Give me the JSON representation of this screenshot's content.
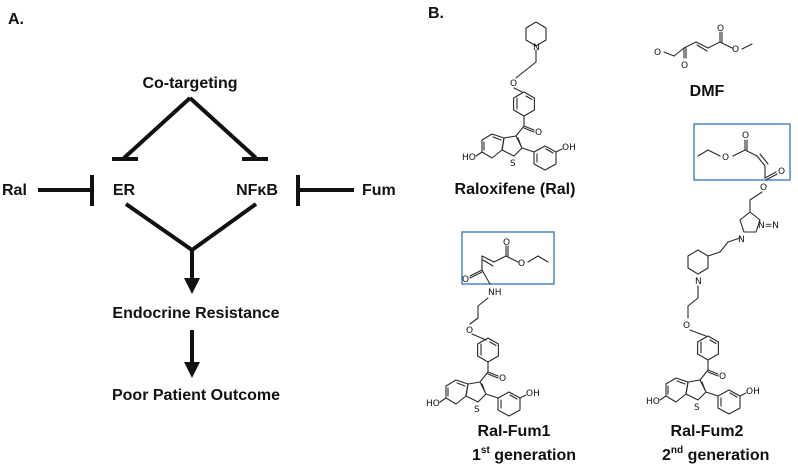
{
  "panel_a": {
    "letter": "A.",
    "co_targeting": "Co-targeting",
    "er": "ER",
    "nfkb": "NFκB",
    "ral": "Ral",
    "fum": "Fum",
    "endocrine": "Endocrine Resistance",
    "outcome": "Poor Patient Outcome"
  },
  "panel_b": {
    "letter": "B.",
    "dmf": "DMF",
    "raloxifene": "Raloxifene (Ral)",
    "fum1_name": "Ral-Fum1",
    "fum1_gen_num": "1",
    "fum1_gen_sup": "st",
    "fum1_gen_word": " generation",
    "fum2_name": "Ral-Fum2",
    "fum2_gen_num": "2",
    "fum2_gen_sup": "nd",
    "fum2_gen_word": " generation",
    "atoms": {
      "N": "N",
      "O": "O",
      "S": "S",
      "HO": "HO",
      "OH": "OH",
      "NH": "NH",
      "NN": "N=N"
    }
  },
  "colors": {
    "highlight_box": "#4a86c8",
    "ink": "#111111"
  }
}
